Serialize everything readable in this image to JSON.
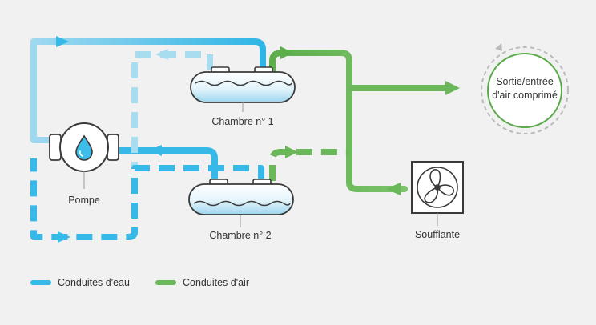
{
  "labels": {
    "chamber1": "Chambre n° 1",
    "chamber2": "Chambre n° 2",
    "pump": "Pompe",
    "blower": "Soufflante",
    "outlet_line1": "Sortie/entrée",
    "outlet_line2": "d'air comprimé"
  },
  "legend": {
    "water": "Conduites d'eau",
    "air": "Conduites d'air"
  },
  "colors": {
    "water": "#36b9e6",
    "water_light": "#a8dcef",
    "air": "#6bb85a",
    "air_light": "#a9d59a",
    "outline": "#3a3a3a",
    "background": "#f1f1f1"
  },
  "icons": {
    "pump": "water-drop-icon",
    "blower": "fan-icon",
    "outlet": "circular-arrow-icon"
  }
}
